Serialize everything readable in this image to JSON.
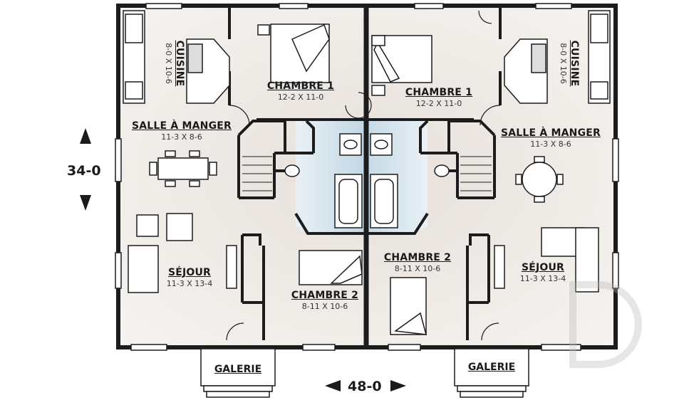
{
  "rooms": {
    "left": {
      "cuisine": {
        "name": "CUISINE",
        "dims": "8-0 X 10-6"
      },
      "chambre1": {
        "name": "CHAMBRE 1",
        "dims": "12-2 X 11-0"
      },
      "salle": {
        "name": "SALLE À MANGER",
        "dims": "11-3 X 8-6"
      },
      "sejour": {
        "name": "SÉJOUR",
        "dims": "11-3 X 13-4"
      },
      "chambre2": {
        "name": "CHAMBRE 2",
        "dims": "8-11 X 10-6"
      },
      "galerie": {
        "name": "GALERIE"
      }
    },
    "right": {
      "cuisine": {
        "name": "CUISINE",
        "dims": "8-0 X 10-6"
      },
      "chambre1": {
        "name": "CHAMBRE 1",
        "dims": "12-2 X 11-0"
      },
      "salle": {
        "name": "SALLE À MANGER",
        "dims": "11-3 X 8-6"
      },
      "sejour": {
        "name": "SÉJOUR",
        "dims": "11-3 X 13-4"
      },
      "chambre2": {
        "name": "CHAMBRE 2",
        "dims": "8-11 X 10-6"
      },
      "galerie": {
        "name": "GALERIE"
      }
    }
  },
  "dimensions": {
    "height": "34-0",
    "width": "48-0"
  },
  "colors": {
    "wall": "#1c1c1c",
    "floor": "#efebe7",
    "bath": "#cfe0ea",
    "furniture": "#ffffff"
  }
}
